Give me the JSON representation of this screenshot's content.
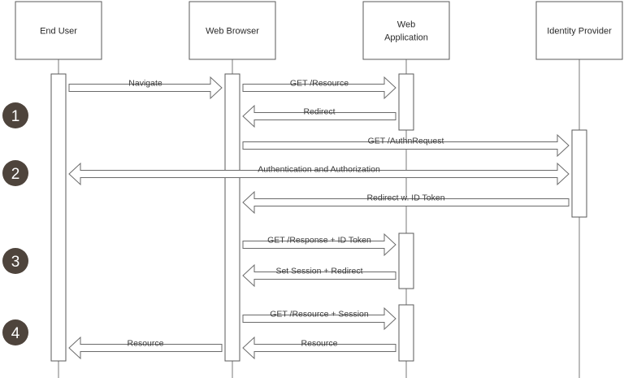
{
  "participants": [
    {
      "id": "user",
      "lines": [
        "End User"
      ]
    },
    {
      "id": "browser",
      "lines": [
        "Web Browser"
      ]
    },
    {
      "id": "app",
      "lines": [
        "Web",
        "Application"
      ]
    },
    {
      "id": "idp",
      "lines": [
        "Identity Provider"
      ]
    }
  ],
  "steps": [
    "1",
    "2",
    "3",
    "4"
  ],
  "messages": [
    {
      "from": "user",
      "to": "browser",
      "label": "Navigate"
    },
    {
      "from": "browser",
      "to": "app",
      "label": "GET /Resource"
    },
    {
      "from": "app",
      "to": "browser",
      "label": "Redirect"
    },
    {
      "from": "browser",
      "to": "idp",
      "label": "GET /AuthnRequest"
    },
    {
      "from": "user",
      "to": "idp",
      "label": "Authentication and Authorization",
      "bidirectional": true
    },
    {
      "from": "idp",
      "to": "browser",
      "label": "Redirect w. ID Token"
    },
    {
      "from": "browser",
      "to": "app",
      "label": "GET /Response + ID Token"
    },
    {
      "from": "app",
      "to": "browser",
      "label": "Set Session + Redirect"
    },
    {
      "from": "browser",
      "to": "app",
      "label": "GET /Resource + Session"
    },
    {
      "from": "app",
      "to": "browser",
      "label": "Resource"
    },
    {
      "from": "browser",
      "to": "user",
      "label": "Resource"
    }
  ],
  "colors": {
    "step_badge": "#4e443c",
    "stroke": "#5a5a5a"
  }
}
